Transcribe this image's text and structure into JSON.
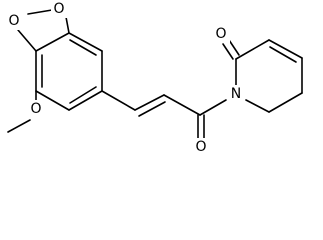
{
  "molecule": {
    "atoms": {
      "o_dioxole_top": "O",
      "o_dioxole_left": "O",
      "o_methoxy": "O",
      "o_ring_carbonyl": "O",
      "o_chain_carbonyl": "O",
      "n_ring": "N"
    },
    "colors": {
      "bond": "#000000",
      "label": "#000000",
      "background": "#ffffff"
    }
  }
}
